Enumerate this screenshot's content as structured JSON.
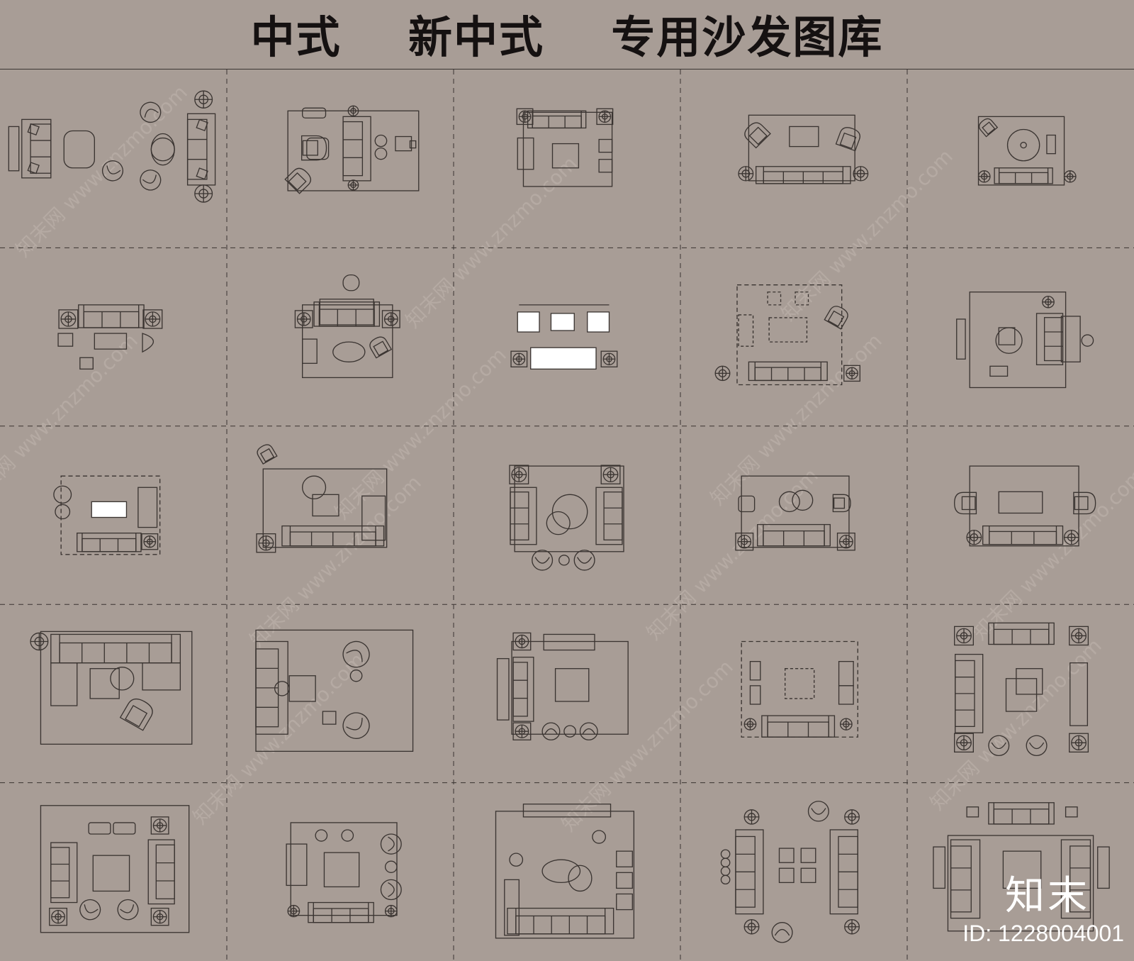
{
  "title": "中式    新中式    专用沙发图库",
  "watermark": {
    "site": "www.znzmo.com",
    "brand": "知末网",
    "logo": "知末",
    "id_label": "ID: 1228004001"
  },
  "grid": {
    "rows": 5,
    "cols": 5
  },
  "colors": {
    "background": "#a89d96",
    "line": "#3a3431",
    "title": "#151111",
    "watermark": "#b5aaa3",
    "logo": "#ffffff"
  },
  "icons": {
    "sofa_plan": "sofa-layout-icon",
    "lamp": "floor-lamp-icon",
    "chair": "armchair-icon",
    "table": "coffee-table-icon"
  }
}
